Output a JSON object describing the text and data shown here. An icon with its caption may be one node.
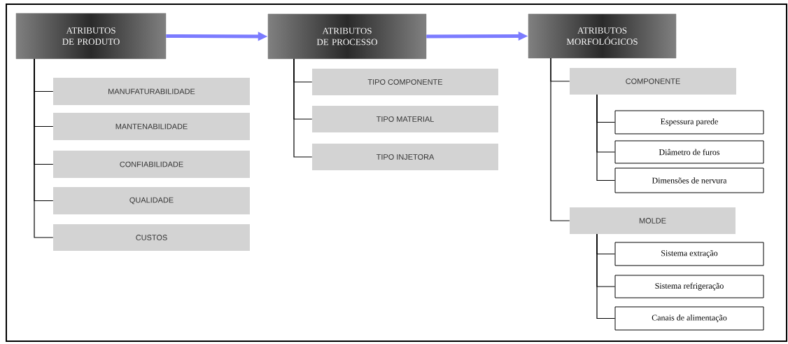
{
  "diagram": {
    "nodes": [
      {
        "text": [
          "ATRIBUTOS DE PRODUTO"
        ]
      },
      {
        "text": [
          "ATRIBUTOS DE PROCESSO"
        ]
      },
      {
        "text": [
          "ATRIBUTOS MORFOLÓGICOS"
        ]
      },
      {
        "text": [
          "MANUFATURABILIDADE"
        ]
      },
      {
        "text": [
          "MANTENABILIDADE"
        ]
      },
      {
        "text": [
          "CONFIABILIDADE"
        ]
      },
      {
        "text": [
          "QUALIDADE"
        ]
      },
      {
        "text": [
          "CUSTOS"
        ]
      },
      {
        "text": [
          "TIPO  COMPONENTE"
        ]
      },
      {
        "text": [
          "TIPO  MATERIAL"
        ]
      },
      {
        "text": [
          "TIPO INJETORA"
        ]
      },
      {
        "text": [
          "COMPONENTE"
        ]
      },
      {
        "text": [
          "Espessura parede"
        ]
      },
      {
        "text": [
          "Diâmetro de furos"
        ]
      },
      {
        "text": [
          "Dimensões de nervura"
        ]
      },
      {
        "text": [
          "MOLDE"
        ]
      },
      {
        "text": [
          "Sistema extração"
        ]
      },
      {
        "text": [
          "Sistema refrigeração"
        ]
      },
      {
        "text": [
          "Canais de alimentação"
        ]
      }
    ],
    "edges": [
      {
        "from": 0,
        "to": 1,
        "arrow": "to",
        "style": "thick",
        "color": "#7b7bff"
      },
      {
        "from": 1,
        "to": 2,
        "arrow": "to",
        "style": "thick",
        "color": "#7b7bff"
      },
      {
        "from": 0,
        "to": 3,
        "arrow": "none"
      },
      {
        "from": 0,
        "to": 4,
        "arrow": "none"
      },
      {
        "from": 0,
        "to": 5,
        "arrow": "none"
      },
      {
        "from": 0,
        "to": 6,
        "arrow": "none"
      },
      {
        "from": 0,
        "to": 7,
        "arrow": "none"
      },
      {
        "from": 1,
        "to": 8,
        "arrow": "none"
      },
      {
        "from": 1,
        "to": 9,
        "arrow": "none"
      },
      {
        "from": 1,
        "to": 10,
        "arrow": "none"
      },
      {
        "from": 2,
        "to": 11,
        "arrow": "none"
      },
      {
        "from": 11,
        "to": 12,
        "arrow": "none"
      },
      {
        "from": 11,
        "to": 13,
        "arrow": "none"
      },
      {
        "from": 11,
        "to": 14,
        "arrow": "none"
      },
      {
        "from": 2,
        "to": 15,
        "arrow": "none"
      },
      {
        "from": 15,
        "to": 16,
        "arrow": "none"
      },
      {
        "from": 15,
        "to": 17,
        "arrow": "none"
      },
      {
        "from": 15,
        "to": 18,
        "arrow": "none"
      }
    ]
  }
}
